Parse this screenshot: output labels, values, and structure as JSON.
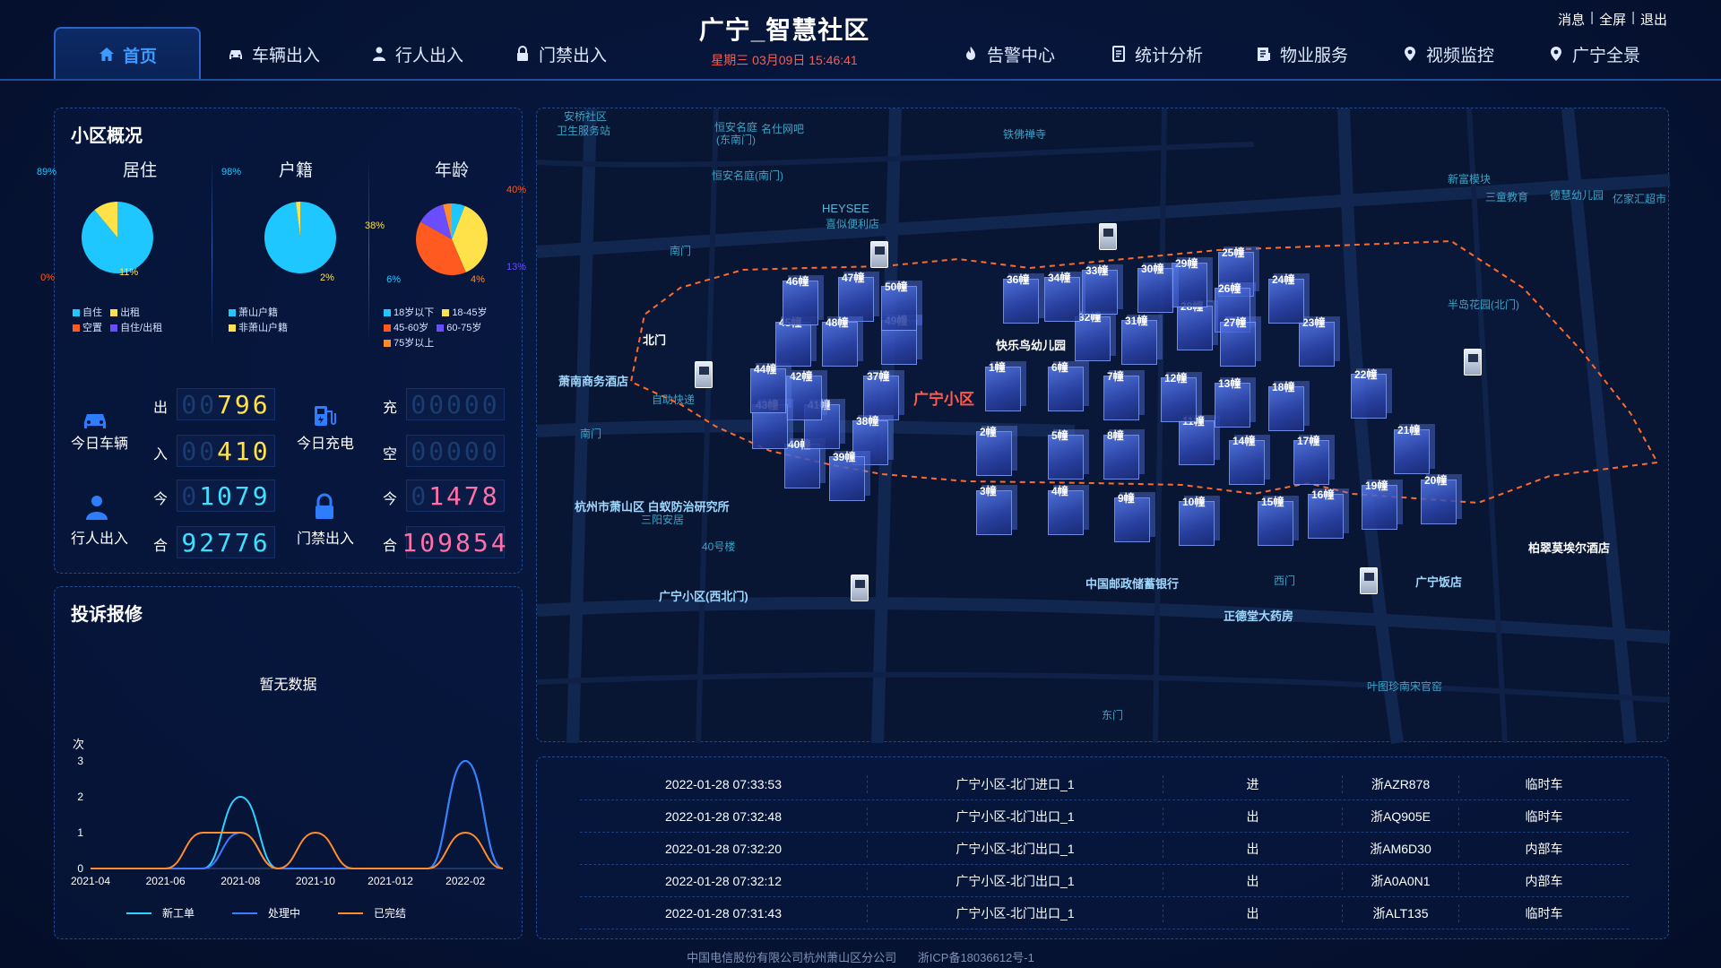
{
  "header": {
    "title": "广宁_智慧社区",
    "datetime": "星期三 03月09日 15:46:41",
    "tabs_left": [
      {
        "label": "首页",
        "icon": "home-icon"
      },
      {
        "label": "车辆出入",
        "icon": "car-icon"
      },
      {
        "label": "行人出入",
        "icon": "person-icon"
      },
      {
        "label": "门禁出入",
        "icon": "lock-icon"
      }
    ],
    "tabs_right": [
      {
        "label": "告警中心",
        "icon": "fire-icon"
      },
      {
        "label": "统计分析",
        "icon": "document-icon"
      },
      {
        "label": "物业服务",
        "icon": "clipboard-icon"
      },
      {
        "label": "视频监控",
        "icon": "location-icon"
      },
      {
        "label": "广宁全景",
        "icon": "location-icon"
      }
    ],
    "links": [
      "消息",
      "全屏",
      "退出"
    ],
    "accent": "#3d9bff",
    "datetime_color": "#ff5a4e"
  },
  "overview": {
    "title": "小区概况",
    "pies": [
      {
        "title": "居住",
        "slices": [
          {
            "name": "自住",
            "pct": 89,
            "label": "89%",
            "color": "#1ec7ff"
          },
          {
            "name": "出租",
            "pct": 11,
            "label": "11%",
            "color": "#ffe14a"
          },
          {
            "name": "空置",
            "pct": 0,
            "label": "0%",
            "color": "#ff5a1f"
          },
          {
            "name": "自住/出租",
            "pct": 0,
            "label": "",
            "color": "#6a4dff"
          }
        ]
      },
      {
        "title": "户籍",
        "slices": [
          {
            "name": "萧山户籍",
            "pct": 98,
            "label": "98%",
            "color": "#1ec7ff"
          },
          {
            "name": "非萧山户籍",
            "pct": 2,
            "label": "2%",
            "color": "#ffe14a"
          }
        ]
      },
      {
        "title": "年龄",
        "slices": [
          {
            "name": "18岁以下",
            "pct": 6,
            "label": "6%",
            "color": "#1ec7ff"
          },
          {
            "name": "18-45岁",
            "pct": 38,
            "label": "38%",
            "color": "#ffe14a"
          },
          {
            "name": "45-60岁",
            "pct": 40,
            "label": "40%",
            "color": "#ff5a1f"
          },
          {
            "name": "60-75岁",
            "pct": 13,
            "label": "13%",
            "color": "#6a4dff"
          },
          {
            "name": "75岁以上",
            "pct": 4,
            "label": "4%",
            "color": "#ff8c2a"
          }
        ]
      }
    ],
    "stats": {
      "vehicles": {
        "label": "今日车辆",
        "out_label": "出",
        "out_ghost": "00",
        "out_value": "796",
        "in_label": "入",
        "in_ghost": "00",
        "in_value": "410"
      },
      "charging": {
        "label": "今日充电",
        "charge_label": "充",
        "charge_value": "00000",
        "idle_label": "空",
        "idle_value": "00000"
      },
      "pedestrians": {
        "label": "行人出入",
        "today_label": "今",
        "today_ghost": "0",
        "today_value": "1079",
        "total_label": "合",
        "total_value": "92776"
      },
      "access": {
        "label": "门禁出入",
        "today_label": "今",
        "today_ghost": "0",
        "today_value": "1478",
        "total_label": "合",
        "total_value": "109854"
      }
    }
  },
  "complaints": {
    "title": "投诉报修",
    "nodata": "暂无数据"
  },
  "chart_data": {
    "type": "line",
    "x": [
      "2021-04",
      "2021-05",
      "2021-06",
      "2021-07",
      "2021-08",
      "2021-09",
      "2021-10",
      "2021-11",
      "2021-012",
      "2022-01",
      "2022-02",
      "2022-03"
    ],
    "xticks": [
      "2021-04",
      "2021-06",
      "2021-08",
      "2021-10",
      "2021-012",
      "2022-02"
    ],
    "ylabel": "次",
    "ylim": [
      0,
      3
    ],
    "yticks": [
      "0",
      "1",
      "2",
      "3"
    ],
    "series": [
      {
        "name": "新工单",
        "color": "#2fd1ff",
        "values": [
          0,
          0,
          0,
          0,
          2,
          0,
          0,
          0,
          0,
          0,
          3,
          0
        ]
      },
      {
        "name": "处理中",
        "color": "#3a7dff",
        "values": [
          0,
          0,
          0,
          0,
          1,
          0,
          0,
          0,
          0,
          0,
          3,
          0
        ]
      },
      {
        "name": "已完结",
        "color": "#ff8c2a",
        "values": [
          0,
          0,
          0,
          1,
          1,
          0,
          1,
          0,
          0,
          0,
          1,
          0
        ]
      }
    ]
  },
  "map": {
    "community": "广宁小区",
    "places": [
      "安桥社区",
      "卫生服务站",
      "恒安名庭",
      "(东南门)",
      "名仕网吧",
      "恒安名庭(南门)",
      "铁佛禅寺",
      "HEYSEE",
      "喜似便利店",
      "南门",
      "北门",
      "萧南商务酒店",
      "自助快递",
      "南门",
      "杭州市萧山区 白蚁防治研究所",
      "三阳安居",
      "40号楼",
      "广宁小区(西北门)",
      "中国邮政储蓄银行",
      "正德堂大药房",
      "西门",
      "广宁饭店",
      "柏翠莫埃尔酒店",
      "叶图珍南宋官窑",
      "东门",
      "新富模块",
      "三童教育",
      "德慧幼儿园",
      "亿家汇超市",
      "半岛花园(北门)",
      "快乐鸟幼儿园"
    ],
    "buildings": [
      "1幢",
      "2幢",
      "3幢",
      "4幢",
      "5幢",
      "6幢",
      "7幢",
      "8幢",
      "9幢",
      "10幢",
      "11幢",
      "12幢",
      "13幢",
      "14幢",
      "15幢",
      "16幢",
      "17幢",
      "18幢",
      "19幢",
      "20幢",
      "21幢",
      "22幢",
      "23幢",
      "24幢",
      "25幢",
      "26幢",
      "27幢",
      "28幢",
      "29幢",
      "30幢",
      "31幢",
      "32幢",
      "33幢",
      "34幢",
      "36幢",
      "37幢",
      "38幢",
      "39幢",
      "40幢",
      "41幢",
      "42幢",
      "43幢",
      "44幢",
      "45幢",
      "46幢",
      "47幢",
      "48幢",
      "49幢",
      "50幢"
    ]
  },
  "records": {
    "rows": [
      [
        "2022-01-28 07:33:53",
        "广宁小区-北门进口_1",
        "进",
        "浙AZR878",
        "临时车"
      ],
      [
        "2022-01-28 07:32:48",
        "广宁小区-北门出口_1",
        "出",
        "浙AQ905E",
        "临时车"
      ],
      [
        "2022-01-28 07:32:20",
        "广宁小区-北门出口_1",
        "出",
        "浙AM6D30",
        "内部车"
      ],
      [
        "2022-01-28 07:32:12",
        "广宁小区-北门出口_1",
        "出",
        "浙A0A0N1",
        "内部车"
      ],
      [
        "2022-01-28 07:31:43",
        "广宁小区-北门出口_1",
        "出",
        "浙ALT135",
        "临时车"
      ]
    ]
  },
  "footer": {
    "company": "中国电信股份有限公司杭州萧山区分公司",
    "icp": "浙ICP备18036612号-1"
  }
}
